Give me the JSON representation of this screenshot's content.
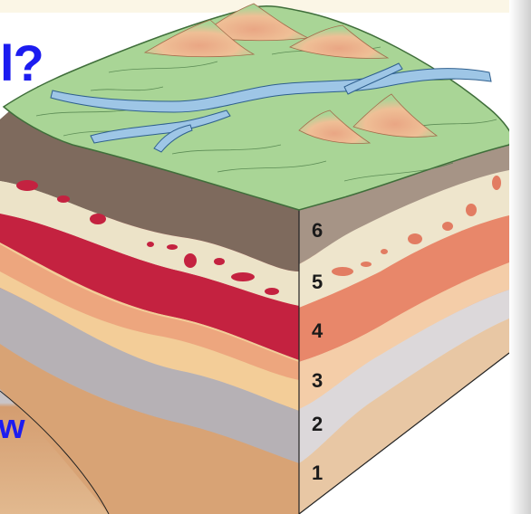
{
  "slide": {
    "title_fragment": "l?",
    "body_fragment": "w"
  },
  "diagram": {
    "layers": [
      {
        "label": "6",
        "color": "#8a7466"
      },
      {
        "label": "5",
        "color": "#ebe0c4"
      },
      {
        "label": "4",
        "color": "#c32440"
      },
      {
        "label": "3",
        "color": "#f3b985"
      },
      {
        "label": "2",
        "color": "#b6b2b6"
      },
      {
        "label": "1",
        "color": "#d8a87c"
      }
    ],
    "surface_color": "#a9d596",
    "river_color": "#9ec6e6"
  }
}
